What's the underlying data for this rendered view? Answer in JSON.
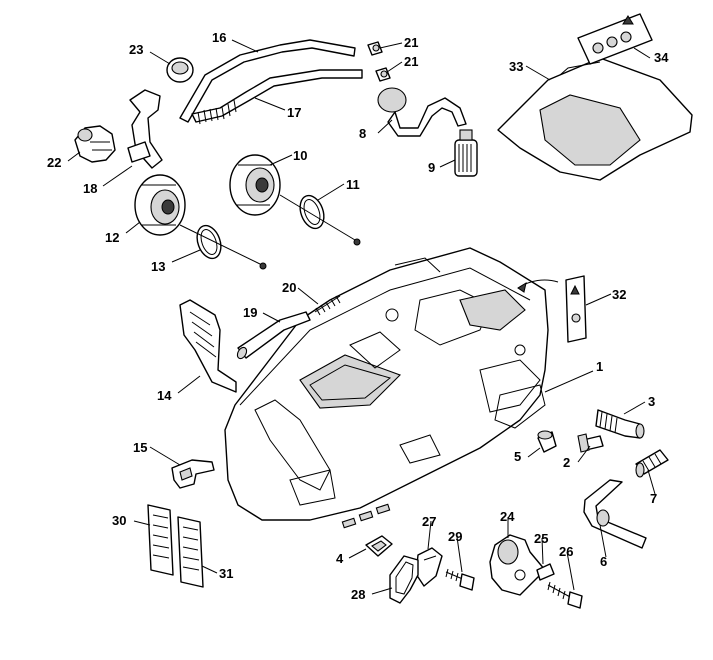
{
  "callouts": [
    {
      "id": "1",
      "label": "1"
    },
    {
      "id": "2",
      "label": "2"
    },
    {
      "id": "3",
      "label": "3"
    },
    {
      "id": "4",
      "label": "4"
    },
    {
      "id": "5",
      "label": "5"
    },
    {
      "id": "6",
      "label": "6"
    },
    {
      "id": "7",
      "label": "7"
    },
    {
      "id": "8",
      "label": "8"
    },
    {
      "id": "9",
      "label": "9"
    },
    {
      "id": "10",
      "label": "10"
    },
    {
      "id": "11",
      "label": "11"
    },
    {
      "id": "12",
      "label": "12"
    },
    {
      "id": "13",
      "label": "13"
    },
    {
      "id": "14",
      "label": "14"
    },
    {
      "id": "15",
      "label": "15"
    },
    {
      "id": "16",
      "label": "16"
    },
    {
      "id": "17",
      "label": "17"
    },
    {
      "id": "18",
      "label": "18"
    },
    {
      "id": "19",
      "label": "19"
    },
    {
      "id": "20",
      "label": "20"
    },
    {
      "id": "21a",
      "label": "21"
    },
    {
      "id": "21b",
      "label": "21"
    },
    {
      "id": "22",
      "label": "22"
    },
    {
      "id": "23",
      "label": "23"
    },
    {
      "id": "24",
      "label": "24"
    },
    {
      "id": "25",
      "label": "25"
    },
    {
      "id": "26",
      "label": "26"
    },
    {
      "id": "27",
      "label": "27"
    },
    {
      "id": "28",
      "label": "28"
    },
    {
      "id": "29",
      "label": "29"
    },
    {
      "id": "30",
      "label": "30"
    },
    {
      "id": "31",
      "label": "31"
    },
    {
      "id": "32",
      "label": "32"
    },
    {
      "id": "33",
      "label": "33"
    },
    {
      "id": "34",
      "label": "34"
    }
  ],
  "colors": {
    "line": "#000000",
    "background": "#ffffff",
    "shade": "#d6d6d6"
  }
}
